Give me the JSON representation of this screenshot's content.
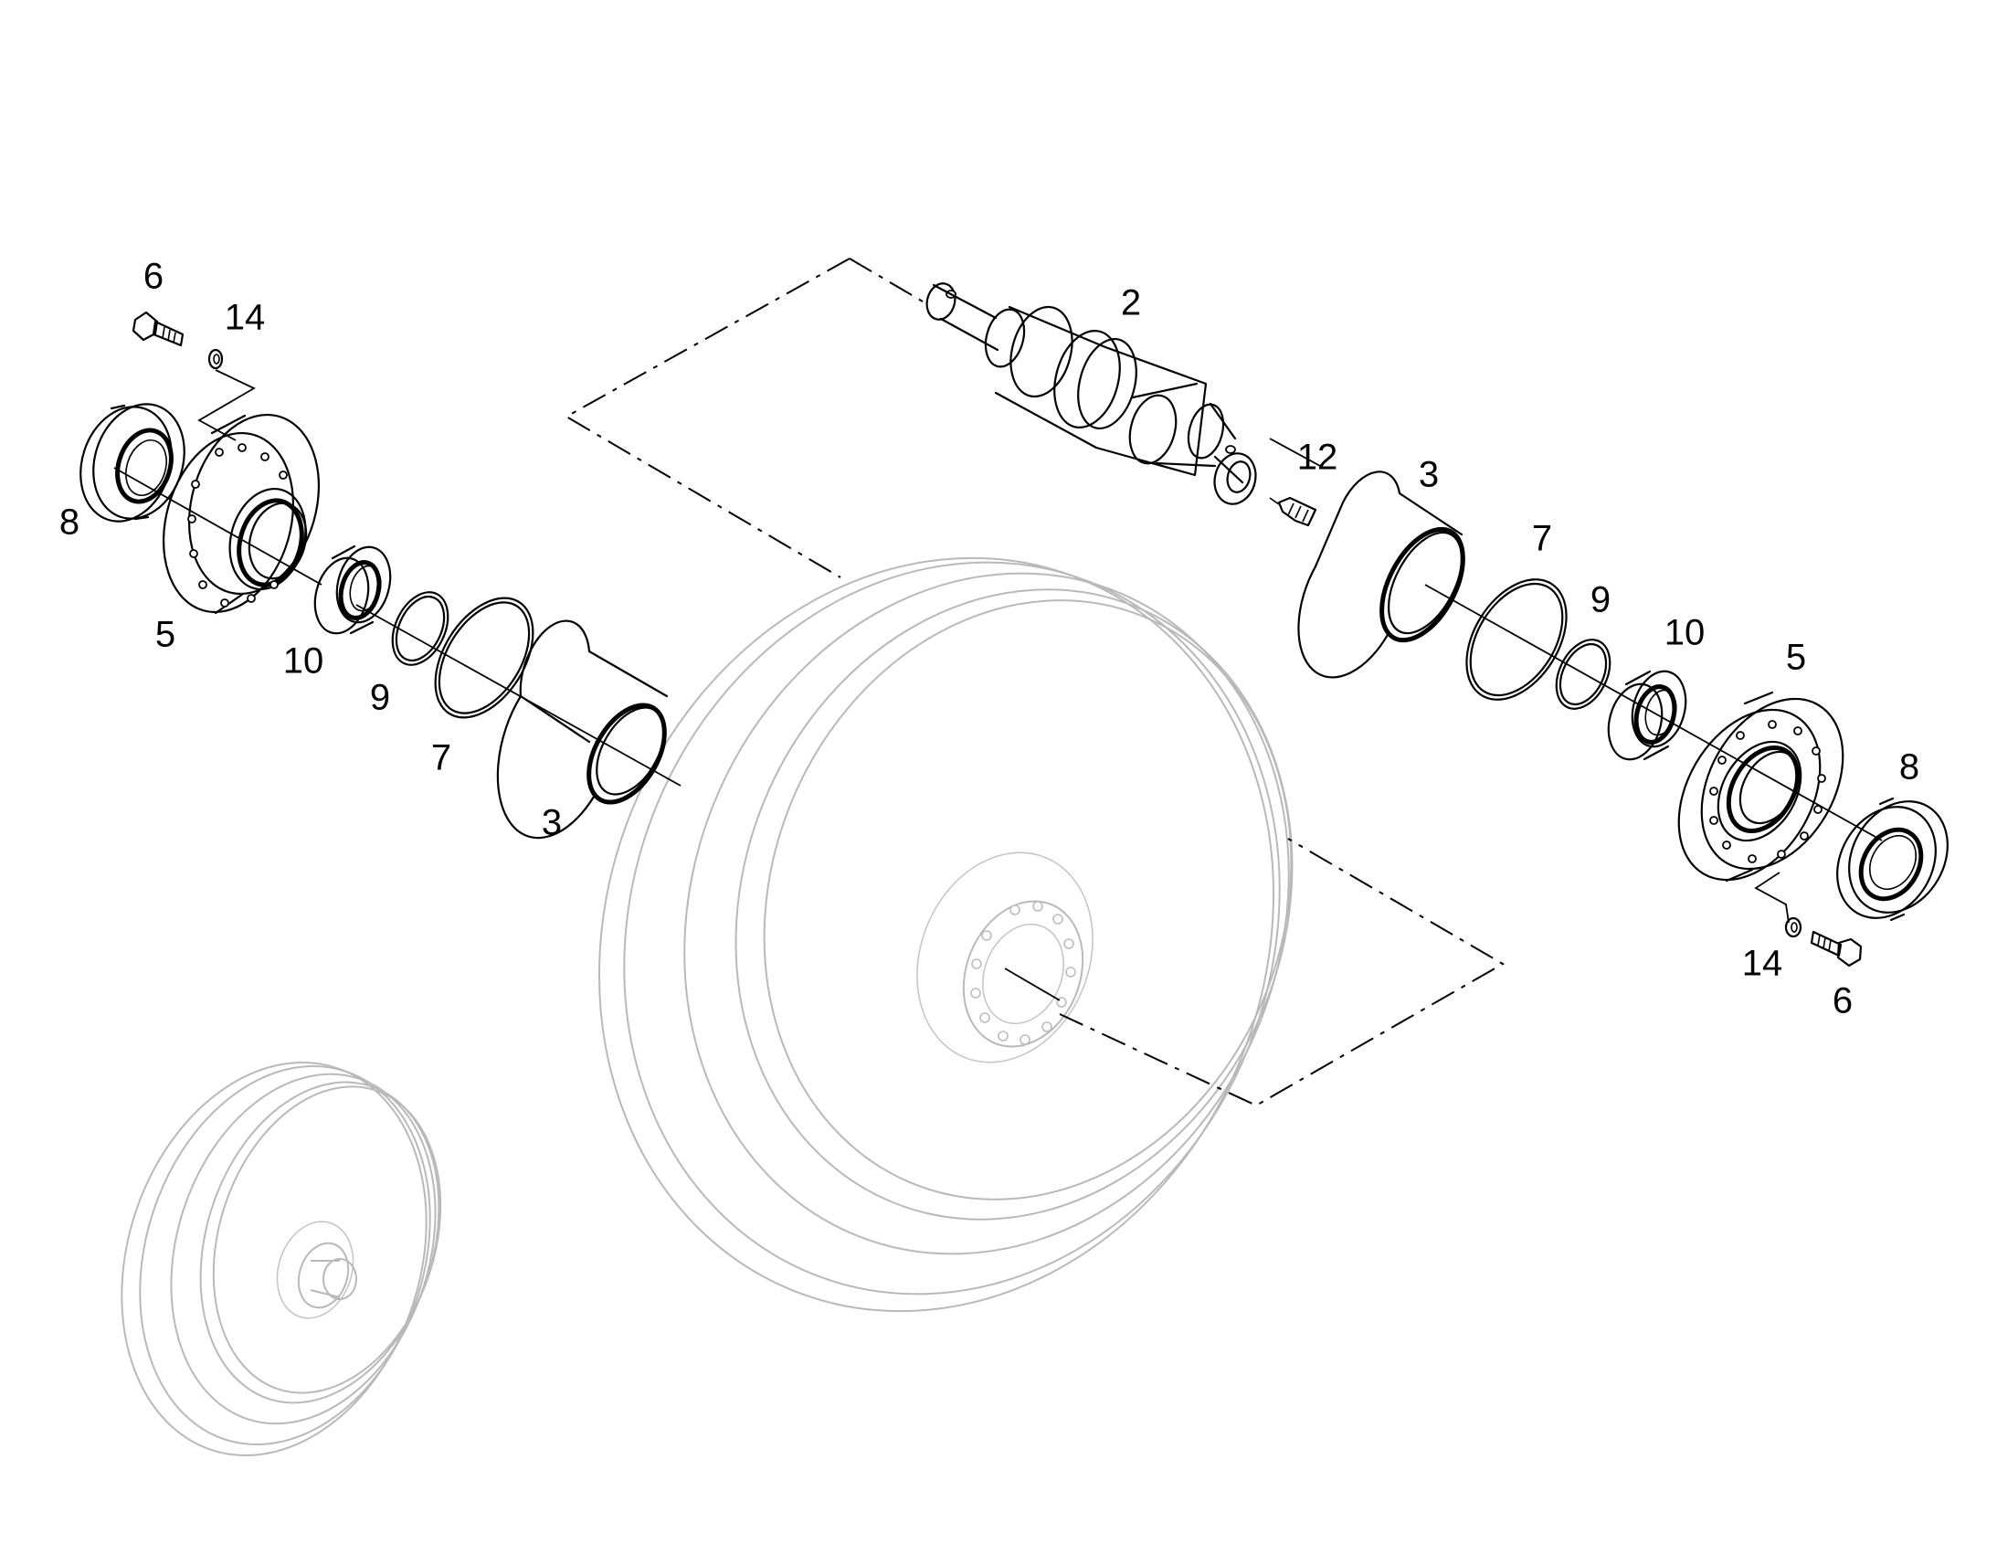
{
  "callouts": [
    {
      "id": "screw-left",
      "label": "6"
    },
    {
      "id": "washer-left",
      "label": "14"
    },
    {
      "id": "seal-left",
      "label": "8"
    },
    {
      "id": "cover-left",
      "label": "5"
    },
    {
      "id": "bearing-left",
      "label": "10"
    },
    {
      "id": "oring-small-left",
      "label": "9"
    },
    {
      "id": "oring-large-left",
      "label": "7"
    },
    {
      "id": "bushing-left",
      "label": "3"
    },
    {
      "id": "shaft",
      "label": "2"
    },
    {
      "id": "plug",
      "label": "12"
    },
    {
      "id": "bushing-right",
      "label": "3"
    },
    {
      "id": "oring-large-right",
      "label": "7"
    },
    {
      "id": "oring-small-right",
      "label": "9"
    },
    {
      "id": "bearing-right",
      "label": "10"
    },
    {
      "id": "cover-right",
      "label": "5"
    },
    {
      "id": "seal-right",
      "label": "8"
    },
    {
      "id": "washer-right",
      "label": "14"
    },
    {
      "id": "screw-right",
      "label": "6"
    }
  ],
  "colors": {
    "ink": "#000000",
    "ghost": "#b9b9b9",
    "background": "#ffffff"
  }
}
